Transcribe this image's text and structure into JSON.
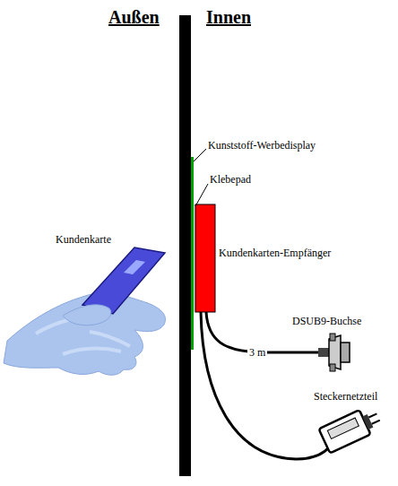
{
  "diagram": {
    "labels": [
      "Außen",
      "Innen",
      "Kunststoff-Werbedisplay",
      "Klebepad",
      "Kundenkarte",
      "Kundenkarten-Empfänger",
      "DSUB9-Buchse",
      "3 m",
      "Steckernetzteil"
    ]
  }
}
